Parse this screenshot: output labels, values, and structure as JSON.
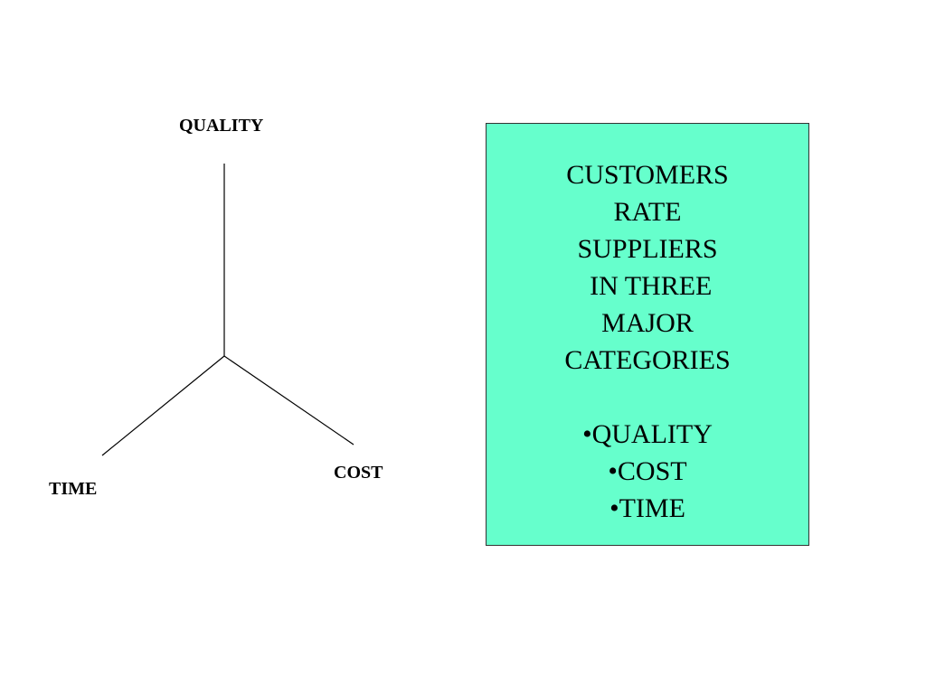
{
  "diagram": {
    "axes": {
      "quality": "QUALITY",
      "cost": "COST",
      "time": "TIME"
    },
    "line_color": "#000000"
  },
  "info_box": {
    "background_color": "#66ffcc",
    "heading_lines": [
      "CUSTOMERS",
      "RATE",
      "SUPPLIERS",
      " IN THREE",
      "MAJOR",
      "CATEGORIES"
    ],
    "bullets": [
      "•QUALITY",
      "•COST",
      "•TIME"
    ]
  }
}
